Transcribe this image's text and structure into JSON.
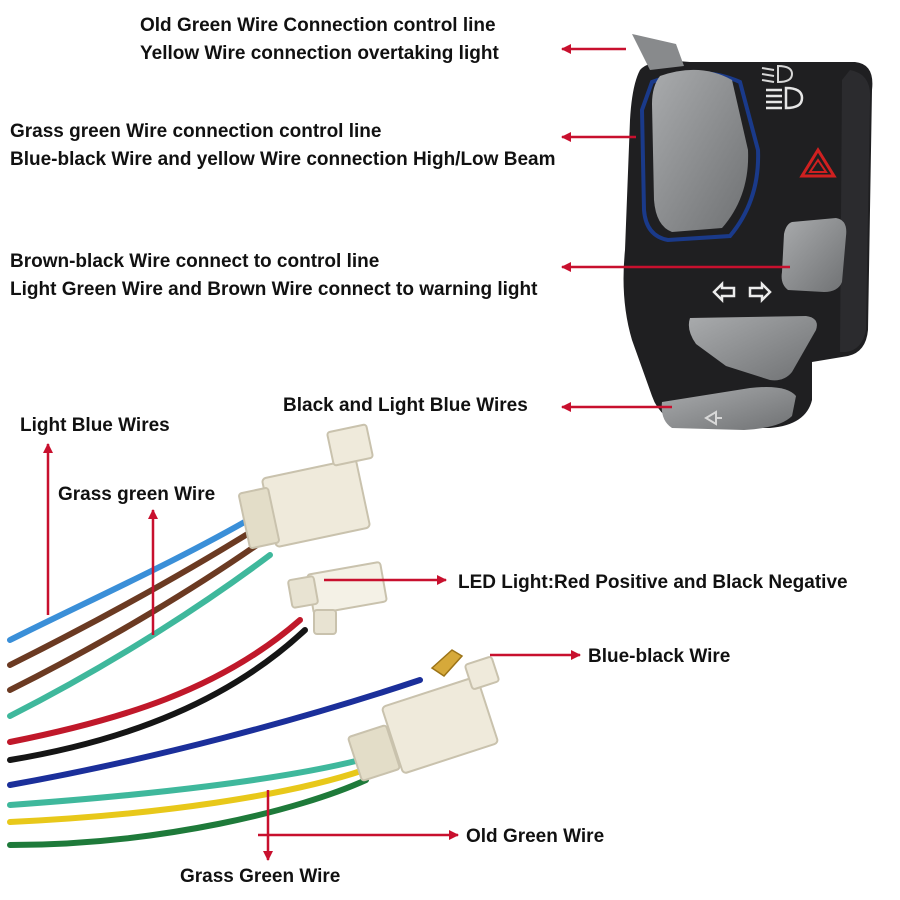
{
  "switch_labels": {
    "top": {
      "line1": "Old Green Wire Connection control line",
      "line2": "Yellow Wire connection overtaking light"
    },
    "beam": {
      "line1": "Grass green Wire connection control line",
      "line2": "Blue-black Wire and yellow Wire connection High/Low Beam"
    },
    "turn": {
      "line1": "Brown-black Wire connect to control line",
      "line2": "Light Green Wire and Brown Wire connect to warning light"
    },
    "horn": "Black and Light Blue Wires"
  },
  "wire_labels": {
    "light_blue": "Light Blue Wires",
    "grass_green_upper": "Grass green Wire",
    "led": "LED Light:Red Positive and Black Negative",
    "blue_black": "Blue-black Wire",
    "old_green": "Old Green Wire",
    "grass_green_lower": "Grass Green Wire"
  },
  "colors": {
    "arrow": "#c8102e",
    "switch_body": "#1f1f21",
    "button_grey": "#8d8f91",
    "connector": "#efeadb",
    "wire_light_blue": "#3a8fd8",
    "wire_brown": "#6b3a22",
    "wire_teal": "#3fb89c",
    "wire_red": "#c0182a",
    "wire_black": "#151515",
    "wire_blue": "#1b2f9a",
    "wire_yellow": "#e8c81a",
    "wire_green": "#2a9a4a"
  }
}
